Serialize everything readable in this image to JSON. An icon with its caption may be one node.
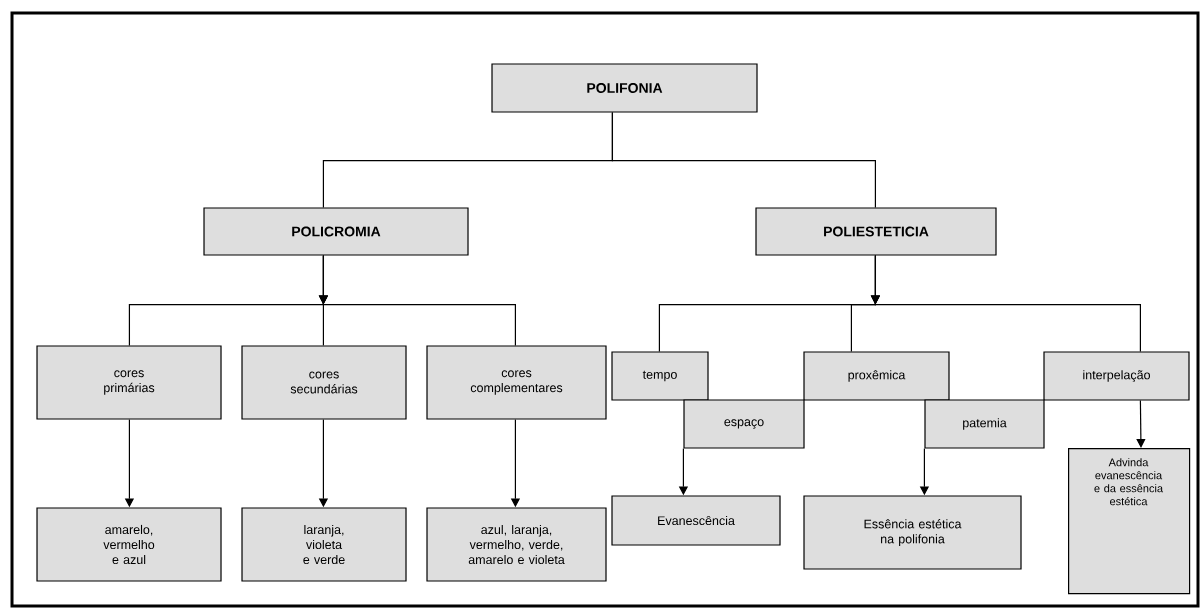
{
  "diagram": {
    "nodes": [
      {
        "text": [
          "POLIFONIA"
        ]
      },
      {
        "text": [
          "POLICROMIA"
        ]
      },
      {
        "text": [
          "POLIESTETICIA"
        ]
      },
      {
        "text": [
          "cores primárias"
        ]
      },
      {
        "text": [
          "cores secundárias"
        ]
      },
      {
        "text": [
          "cores complementares"
        ]
      },
      {
        "text": [
          "tempo"
        ]
      },
      {
        "text": [
          "proxêmica"
        ]
      },
      {
        "text": [
          "interpelação"
        ]
      },
      {
        "text": [
          "espaço"
        ]
      },
      {
        "text": [
          "patemia"
        ]
      },
      {
        "text": [
          "amarelo, vermelho e azul"
        ]
      },
      {
        "text": [
          "laranja, violeta e verde"
        ]
      },
      {
        "text": [
          "azul, laranja, vermelho, verde, amarelo e violeta"
        ]
      },
      {
        "text": [
          "Evanescência"
        ]
      },
      {
        "text": [
          "Essência estética na polifonia"
        ]
      },
      {
        "text": [
          "Advinda evanescência e da essência estética"
        ]
      }
    ],
    "edges": [
      {
        "from": 0,
        "to": 1,
        "arrow": "none"
      },
      {
        "from": 0,
        "to": 2,
        "arrow": "none"
      },
      {
        "from": 1,
        "to": 3,
        "arrow": "to"
      },
      {
        "from": 1,
        "to": 4,
        "arrow": "to"
      },
      {
        "from": 1,
        "to": 5,
        "arrow": "to"
      },
      {
        "from": 2,
        "to": 6,
        "arrow": "to"
      },
      {
        "from": 2,
        "to": 7,
        "arrow": "to"
      },
      {
        "from": 2,
        "to": 8,
        "arrow": "to"
      },
      {
        "from": 3,
        "to": 11,
        "arrow": "to"
      },
      {
        "from": 4,
        "to": 12,
        "arrow": "to"
      },
      {
        "from": 5,
        "to": 13,
        "arrow": "to"
      },
      {
        "from": 9,
        "to": 14,
        "arrow": "to"
      },
      {
        "from": 10,
        "to": 15,
        "arrow": "to"
      },
      {
        "from": 8,
        "to": 16,
        "arrow": "to"
      }
    ]
  }
}
